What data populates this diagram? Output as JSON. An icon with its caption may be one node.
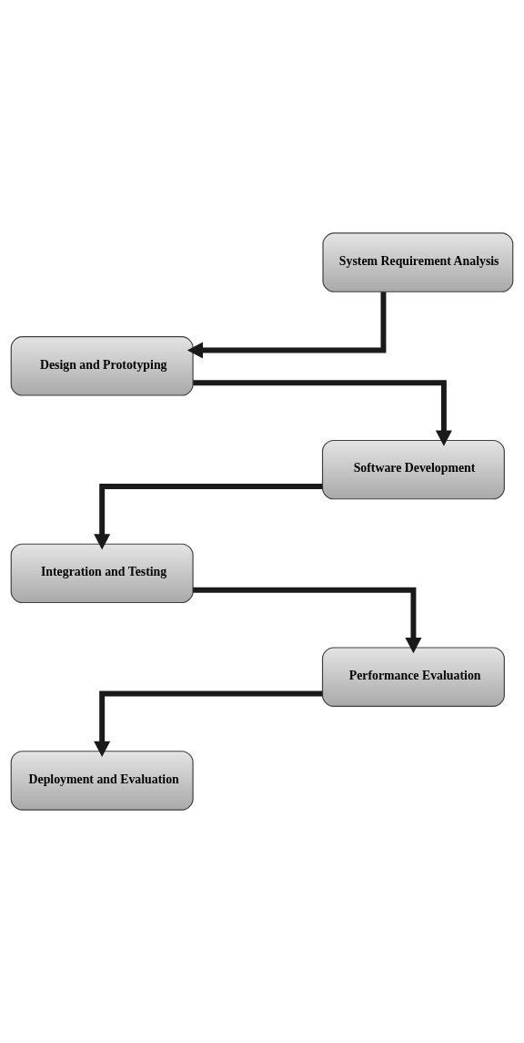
{
  "diagram": {
    "nodes": [
      {
        "text": [
          "System Requirement Analysis"
        ]
      },
      {
        "text": [
          "Design and Prototyping"
        ]
      },
      {
        "text": [
          "Software Development"
        ]
      },
      {
        "text": [
          "Integration and Testing"
        ]
      },
      {
        "text": [
          "Performance Evaluation"
        ]
      },
      {
        "text": [
          "Deployment and Evaluation"
        ]
      }
    ],
    "edges": [
      {
        "from": 0,
        "to": 1,
        "arrow": "to"
      },
      {
        "from": 1,
        "to": 2,
        "arrow": "to"
      },
      {
        "from": 2,
        "to": 3,
        "arrow": "to"
      },
      {
        "from": 3,
        "to": 4,
        "arrow": "to"
      },
      {
        "from": 4,
        "to": 5,
        "arrow": "to"
      }
    ]
  }
}
